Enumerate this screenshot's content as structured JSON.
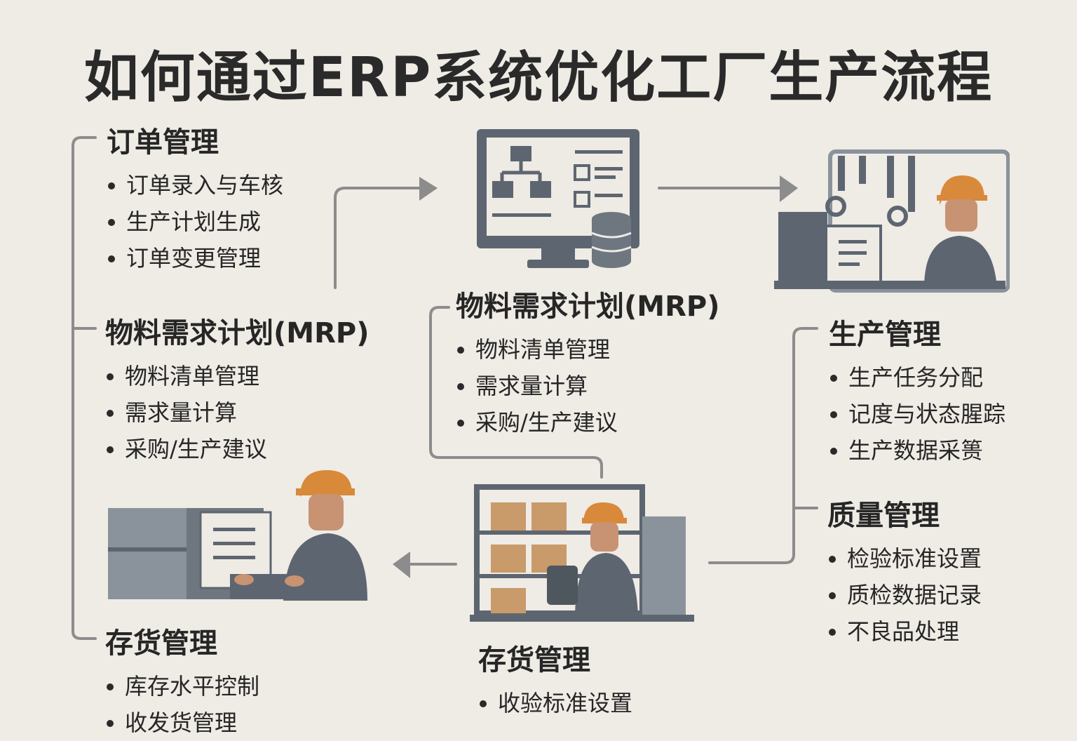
{
  "title": "如何通过ERP系统优化工厂生产流程",
  "left_sections": [
    {
      "heading": "订单管理",
      "items": [
        "订单录入与车核",
        "生产计划生成",
        "订单变更管理"
      ]
    },
    {
      "heading": "物料需求计划(MRP)",
      "items": [
        "物料清单管理",
        "需求量计算",
        "采购/生产建议"
      ]
    },
    {
      "heading": "存货管理",
      "items": [
        "库存水平控制",
        "收发货管理"
      ]
    }
  ],
  "center_sections": [
    {
      "heading": "物料需求计划(MRP)",
      "items": [
        "物料清单管理",
        "需求量计算",
        "采购/生产建议"
      ]
    },
    {
      "heading": "存货管理",
      "items": [
        "收验标准设置"
      ]
    }
  ],
  "right_sections": [
    {
      "heading": "生产管理",
      "items": [
        "生产任务分配",
        "记度与状态腥踪",
        "生产数据采篑"
      ]
    },
    {
      "heading": "质量管理",
      "items": [
        "检验标准设置",
        "质检数据记录",
        "不良品处理"
      ]
    }
  ],
  "colors": {
    "background": "#efebe5",
    "slate": "#5d6670",
    "helmet": "#d8893a",
    "box": "#c99a6a",
    "line": "#8a8a8a"
  }
}
